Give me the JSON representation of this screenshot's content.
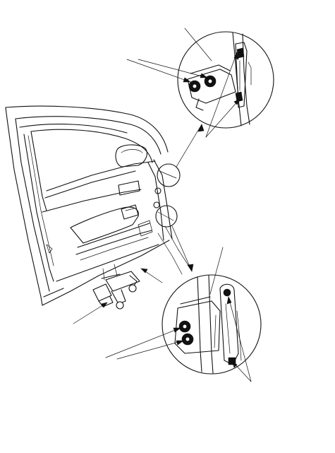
{
  "figure": {
    "description_visible_text": "",
    "callouts": [
      {
        "id": "upper-bolts",
        "kind": "leader-pair"
      },
      {
        "id": "upper-hinge-pins",
        "kind": "leader-pair"
      },
      {
        "id": "upper-hinge-body",
        "kind": "leader-single"
      },
      {
        "id": "lower-bolts",
        "kind": "leader-pair"
      },
      {
        "id": "lower-hinge-pins",
        "kind": "leader-pair"
      },
      {
        "id": "lower-hinge-body",
        "kind": "leader-single"
      },
      {
        "id": "door-check-link",
        "kind": "leader-single"
      },
      {
        "id": "check-link-bracket",
        "kind": "leader-single"
      }
    ],
    "colors": {
      "ink": "#111111",
      "paper": "#ffffff"
    }
  }
}
